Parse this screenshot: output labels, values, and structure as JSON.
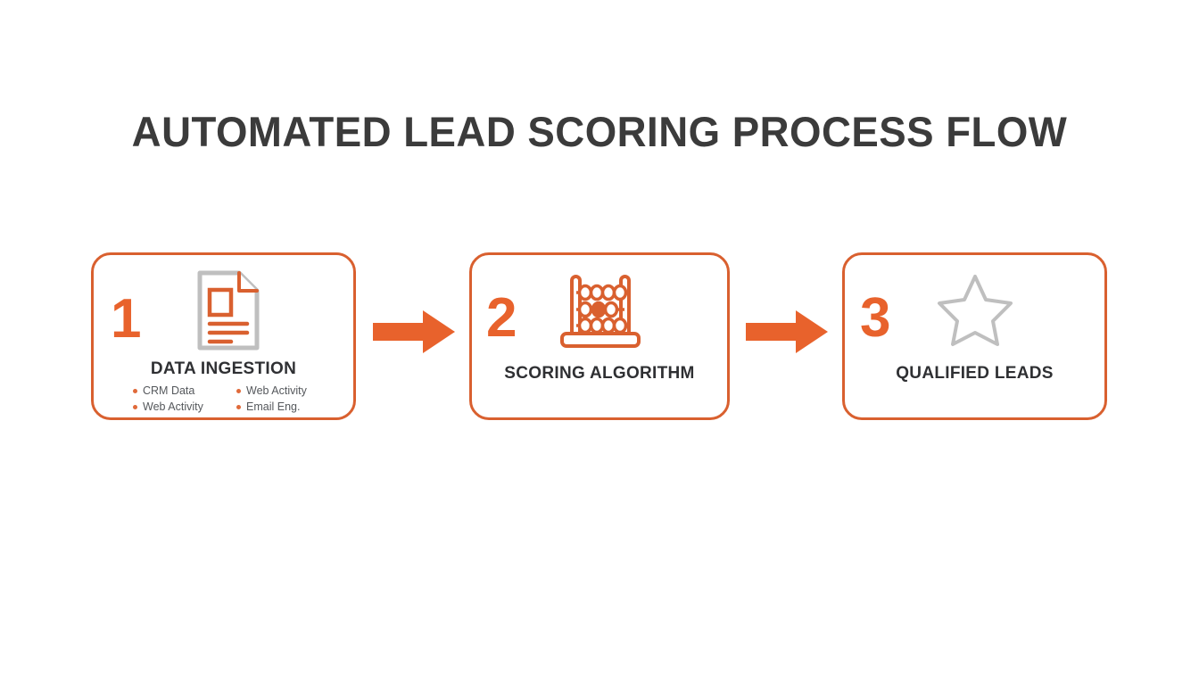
{
  "page": {
    "title": "AUTOMATED LEAD SCORING PROCESS FLOW",
    "background_color": "#ffffff"
  },
  "theme": {
    "accent_orange": "#e8622c",
    "border_orange": "#d9602f",
    "bullet_orange": "#e06a3a",
    "icon_gray": "#bfbfbf",
    "title_color": "#3b3b3b",
    "label_color": "#2f3033",
    "bullet_text_color": "#55585c"
  },
  "flow": {
    "steps": [
      {
        "number": "1",
        "label": "DATA INGESTION",
        "icon": "document-icon",
        "bullets": [
          "CRM Data",
          "Web Activity",
          "Web Activity",
          "Email Eng."
        ]
      },
      {
        "number": "2",
        "label": "SCORING ALGORITHM",
        "icon": "abacus-icon",
        "bullets": []
      },
      {
        "number": "3",
        "label": "QUALIFIED LEADS",
        "icon": "star-icon",
        "bullets": []
      }
    ],
    "connectors": [
      {
        "icon": "arrow-right-icon"
      },
      {
        "icon": "arrow-right-icon"
      }
    ]
  }
}
